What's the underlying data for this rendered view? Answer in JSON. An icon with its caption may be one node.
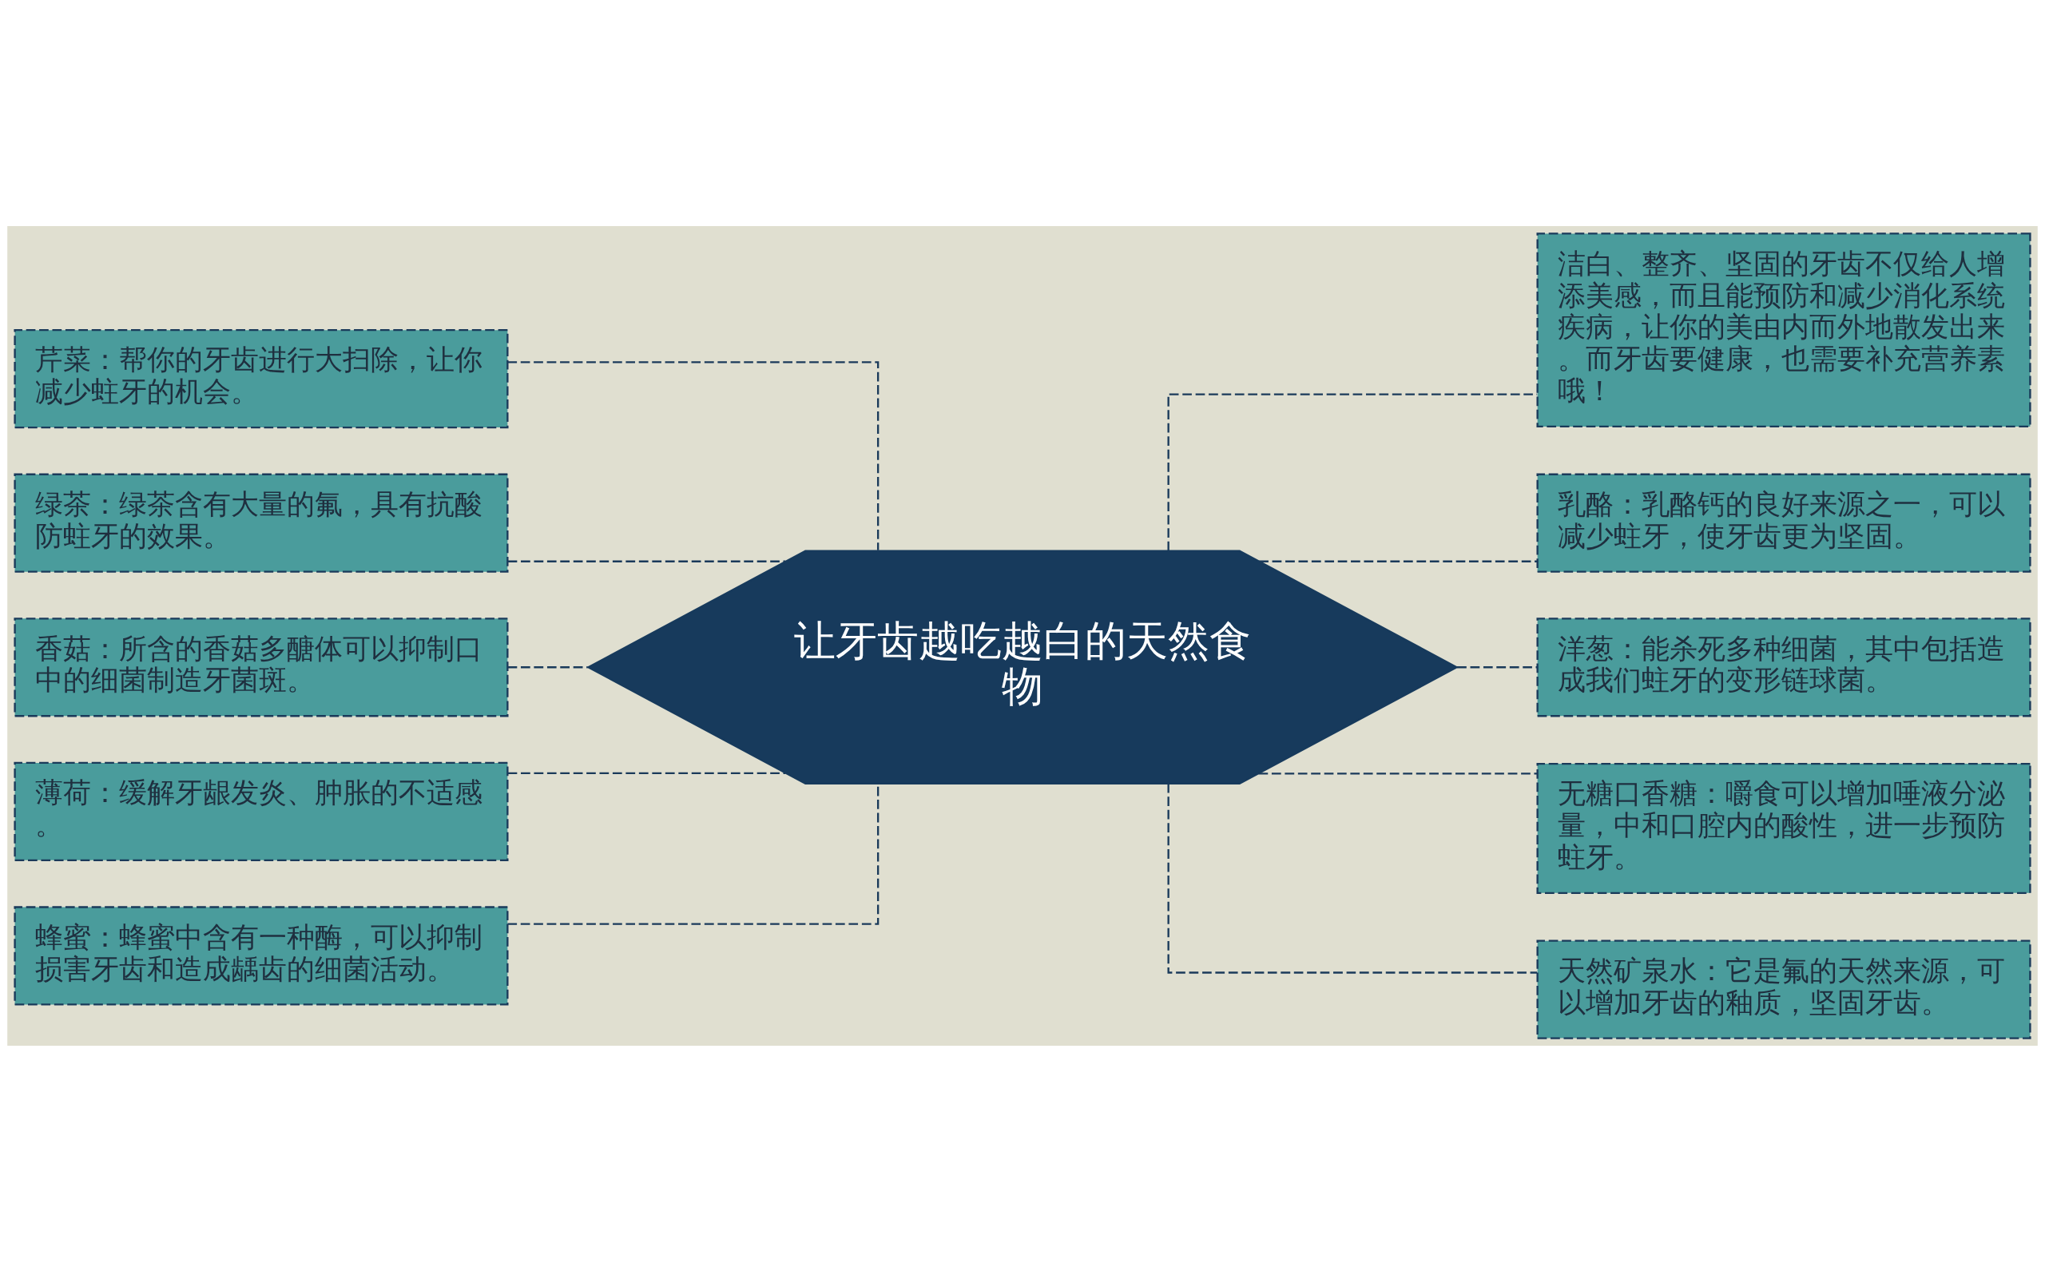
{
  "diagram": {
    "nodes": [
      {
        "text": [
          "让牙齿越吃越白的天然食物"
        ]
      },
      {
        "text": [
          "芹菜：帮你的牙齿进行大扫除，让你减少蛀牙的机会。"
        ]
      },
      {
        "text": [
          "绿茶：绿茶含有大量的氟，具有抗酸防蛀牙的效果。"
        ]
      },
      {
        "text": [
          "香菇：所含的香菇多醣体可以抑制口中的细菌制造牙菌斑。"
        ]
      },
      {
        "text": [
          "薄荷：缓解牙龈发炎、肿胀的不适感。"
        ]
      },
      {
        "text": [
          "蜂蜜：蜂蜜中含有一种酶，可以抑制损害牙齿和造成龋齿的细菌活动。"
        ]
      },
      {
        "text": [
          "洁白、整齐、坚固的牙齿不仅给人增添美感，而且能预防和减少消化系统疾病，让你的美由内而外地散发出来。而牙齿要健康，也需要补充营养素哦！"
        ]
      },
      {
        "text": [
          "乳酪：乳酪钙的良好来源之一，可以减少蛀牙，使牙齿更为坚固。"
        ]
      },
      {
        "text": [
          "洋葱：能杀死多种细菌，其中包括造成我们蛀牙的变形链球菌。"
        ]
      },
      {
        "text": [
          "无糖口香糖：嚼食可以增加唾液分泌量，中和口腔内的酸性，进一步预防蛀牙。"
        ]
      },
      {
        "text": [
          "天然矿泉水：它是氟的天然来源，可以增加牙齿的釉质，坚固牙齿。"
        ]
      }
    ],
    "edges": [
      {
        "from": 0,
        "to": 1,
        "arrow": "none",
        "style": "dashed"
      },
      {
        "from": 0,
        "to": 2,
        "arrow": "none",
        "style": "dashed"
      },
      {
        "from": 0,
        "to": 3,
        "arrow": "none",
        "style": "dashed"
      },
      {
        "from": 0,
        "to": 4,
        "arrow": "none",
        "style": "dashed"
      },
      {
        "from": 0,
        "to": 5,
        "arrow": "none",
        "style": "dashed"
      },
      {
        "from": 0,
        "to": 6,
        "arrow": "none",
        "style": "dashed"
      },
      {
        "from": 0,
        "to": 7,
        "arrow": "none",
        "style": "dashed"
      },
      {
        "from": 0,
        "to": 8,
        "arrow": "none",
        "style": "dashed"
      },
      {
        "from": 0,
        "to": 9,
        "arrow": "none",
        "style": "dashed"
      },
      {
        "from": 0,
        "to": 10,
        "arrow": "none",
        "style": "dashed"
      }
    ]
  }
}
